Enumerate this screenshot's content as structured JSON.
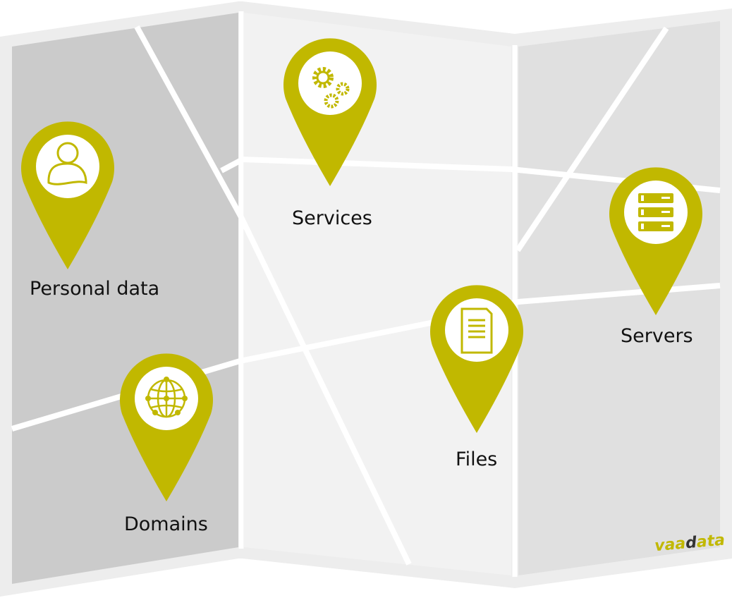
{
  "colors": {
    "pin": "#c1b800",
    "frame": "#ededed",
    "panel_left": "#cbcbcb",
    "panel_middle": "#f2f2f2",
    "panel_right": "#e0e0e0",
    "road": "#ffffff"
  },
  "pins": [
    {
      "id": "personal-data",
      "label": "Personal data",
      "icon": "user-icon"
    },
    {
      "id": "services",
      "label": "Services",
      "icon": "gears-icon"
    },
    {
      "id": "servers",
      "label": "Servers",
      "icon": "server-icon"
    },
    {
      "id": "files",
      "label": "Files",
      "icon": "document-icon"
    },
    {
      "id": "domains",
      "label": "Domains",
      "icon": "globe-network-icon"
    }
  ],
  "logo": {
    "text_part1": "vaa",
    "text_part2": "d",
    "text_part3": "ata"
  }
}
